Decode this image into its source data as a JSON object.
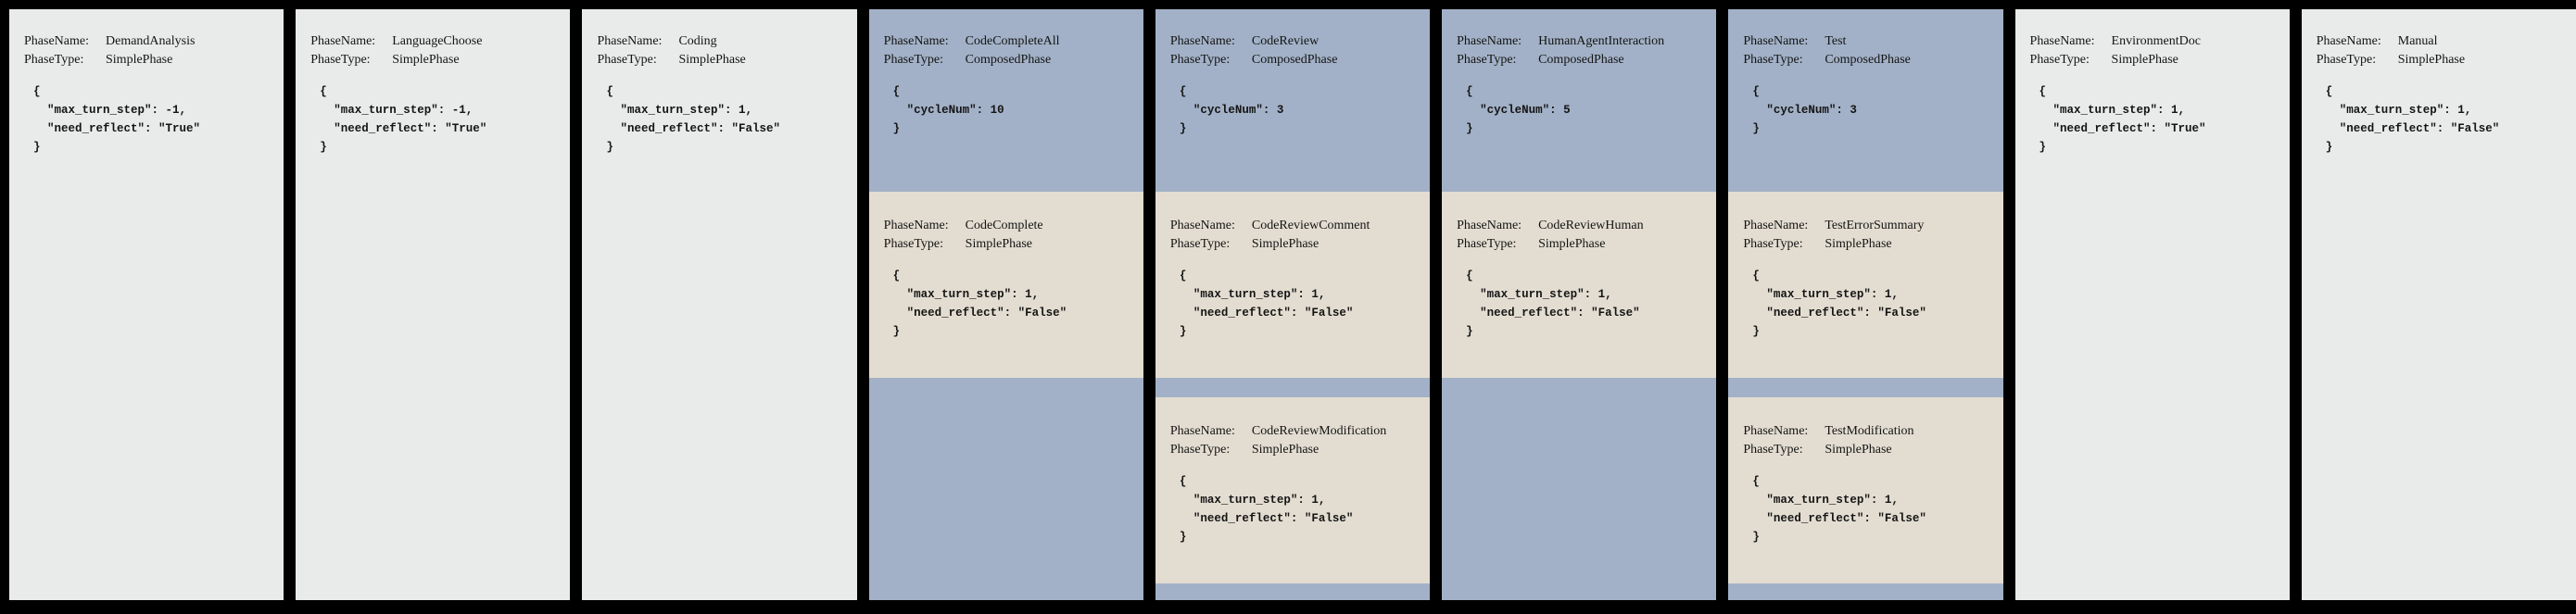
{
  "figure": {
    "labels": {
      "phase_name": "PhaseName:",
      "phase_type": "PhaseType:"
    },
    "colors": {
      "background": "#000000",
      "simple_card_bg": "#e8ebea",
      "composed_card_bg": "#a2b1c7",
      "subphase_card_bg": "#e3ddd1",
      "text": "#141414"
    },
    "phases": [
      {
        "name": "DemandAnalysis",
        "type": "SimplePhase",
        "config": "{\n  \"max_turn_step\": -1,\n  \"need_reflect\": \"True\"\n}",
        "subphases": []
      },
      {
        "name": "LanguageChoose",
        "type": "SimplePhase",
        "config": "{\n  \"max_turn_step\": -1,\n  \"need_reflect\": \"True\"\n}",
        "subphases": []
      },
      {
        "name": "Coding",
        "type": "SimplePhase",
        "config": "{\n  \"max_turn_step\": 1,\n  \"need_reflect\": \"False\"\n}",
        "subphases": []
      },
      {
        "name": "CodeCompleteAll",
        "type": "ComposedPhase",
        "config": "{\n  \"cycleNum\": 10\n}",
        "subphases": [
          {
            "name": "CodeComplete",
            "type": "SimplePhase",
            "config": "{\n  \"max_turn_step\": 1,\n  \"need_reflect\": \"False\"\n}"
          }
        ]
      },
      {
        "name": "CodeReview",
        "type": "ComposedPhase",
        "config": "{\n  \"cycleNum\": 3\n}",
        "subphases": [
          {
            "name": "CodeReviewComment",
            "type": "SimplePhase",
            "config": "{\n  \"max_turn_step\": 1,\n  \"need_reflect\": \"False\"\n}"
          },
          {
            "name": "CodeReviewModification",
            "type": "SimplePhase",
            "config": "{\n  \"max_turn_step\": 1,\n  \"need_reflect\": \"False\"\n}"
          }
        ]
      },
      {
        "name": "HumanAgentInteraction",
        "type": "ComposedPhase",
        "config": "{\n  \"cycleNum\": 5\n}",
        "subphases": [
          {
            "name": "CodeReviewHuman",
            "type": "SimplePhase",
            "config": "{\n  \"max_turn_step\": 1,\n  \"need_reflect\": \"False\"\n}"
          }
        ]
      },
      {
        "name": "Test",
        "type": "ComposedPhase",
        "config": "{\n  \"cycleNum\": 3\n}",
        "subphases": [
          {
            "name": "TestErrorSummary",
            "type": "SimplePhase",
            "config": "{\n  \"max_turn_step\": 1,\n  \"need_reflect\": \"False\"\n}"
          },
          {
            "name": "TestModification",
            "type": "SimplePhase",
            "config": "{\n  \"max_turn_step\": 1,\n  \"need_reflect\": \"False\"\n}"
          }
        ]
      },
      {
        "name": "EnvironmentDoc",
        "type": "SimplePhase",
        "config": "{\n  \"max_turn_step\": 1,\n  \"need_reflect\": \"True\"\n}",
        "subphases": []
      },
      {
        "name": "Manual",
        "type": "SimplePhase",
        "config": "{\n  \"max_turn_step\": 1,\n  \"need_reflect\": \"False\"\n}",
        "subphases": []
      }
    ]
  }
}
